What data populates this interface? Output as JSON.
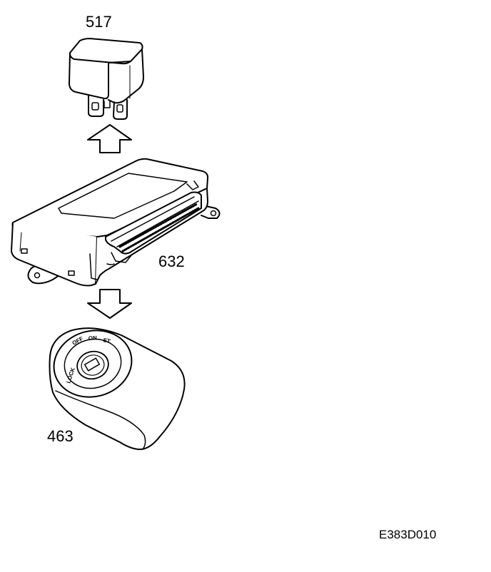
{
  "labels": {
    "relay": "517",
    "control_module": "632",
    "ignition_switch": "463"
  },
  "switch_markings": {
    "lock": "LOCK",
    "off": "OFF",
    "on": "ON",
    "st": "ST"
  },
  "figure_code": "E383D010",
  "colors": {
    "line": "#000000",
    "background": "#ffffff"
  }
}
